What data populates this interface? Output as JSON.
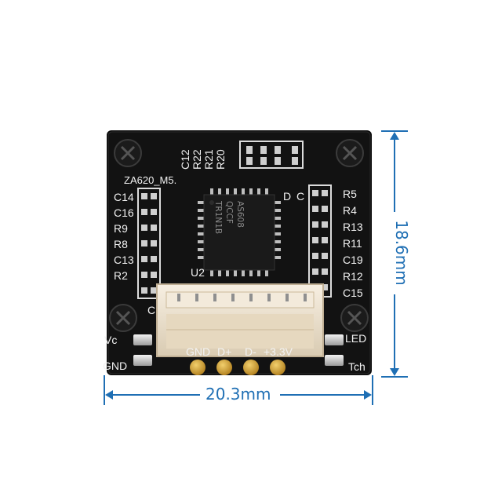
{
  "dimensions": {
    "width_label": "20.3mm",
    "height_label": "18.6mm"
  },
  "board": {
    "model_label": "ZA620_M5.",
    "top_labels": [
      "C12",
      "R22",
      "R21",
      "R20"
    ],
    "left_labels": [
      "C14",
      "C16",
      "R9",
      "R8",
      "C13",
      "R2"
    ],
    "right_labels": [
      "R5",
      "R4",
      "R13",
      "R11",
      "C19",
      "R12",
      "C15"
    ],
    "d_label": "D",
    "c_label": "C",
    "u2_label": "U2",
    "c_bottom_label": "C",
    "pin_labels": {
      "gnd": "GND",
      "dplus": "D+",
      "dminus": "D-",
      "v33": "+3.3V"
    },
    "edge_labels": {
      "vcc": "Vc",
      "gnd": "GND",
      "led": "LED",
      "tch": "Tch"
    },
    "chip_lines": [
      "AS608",
      "QCCF",
      "TR1N1B"
    ]
  },
  "colors": {
    "dimension": "#1f6fb4",
    "board": "#0c0c0c",
    "connector": "#efe3cf",
    "gold": "#d3a02f"
  }
}
